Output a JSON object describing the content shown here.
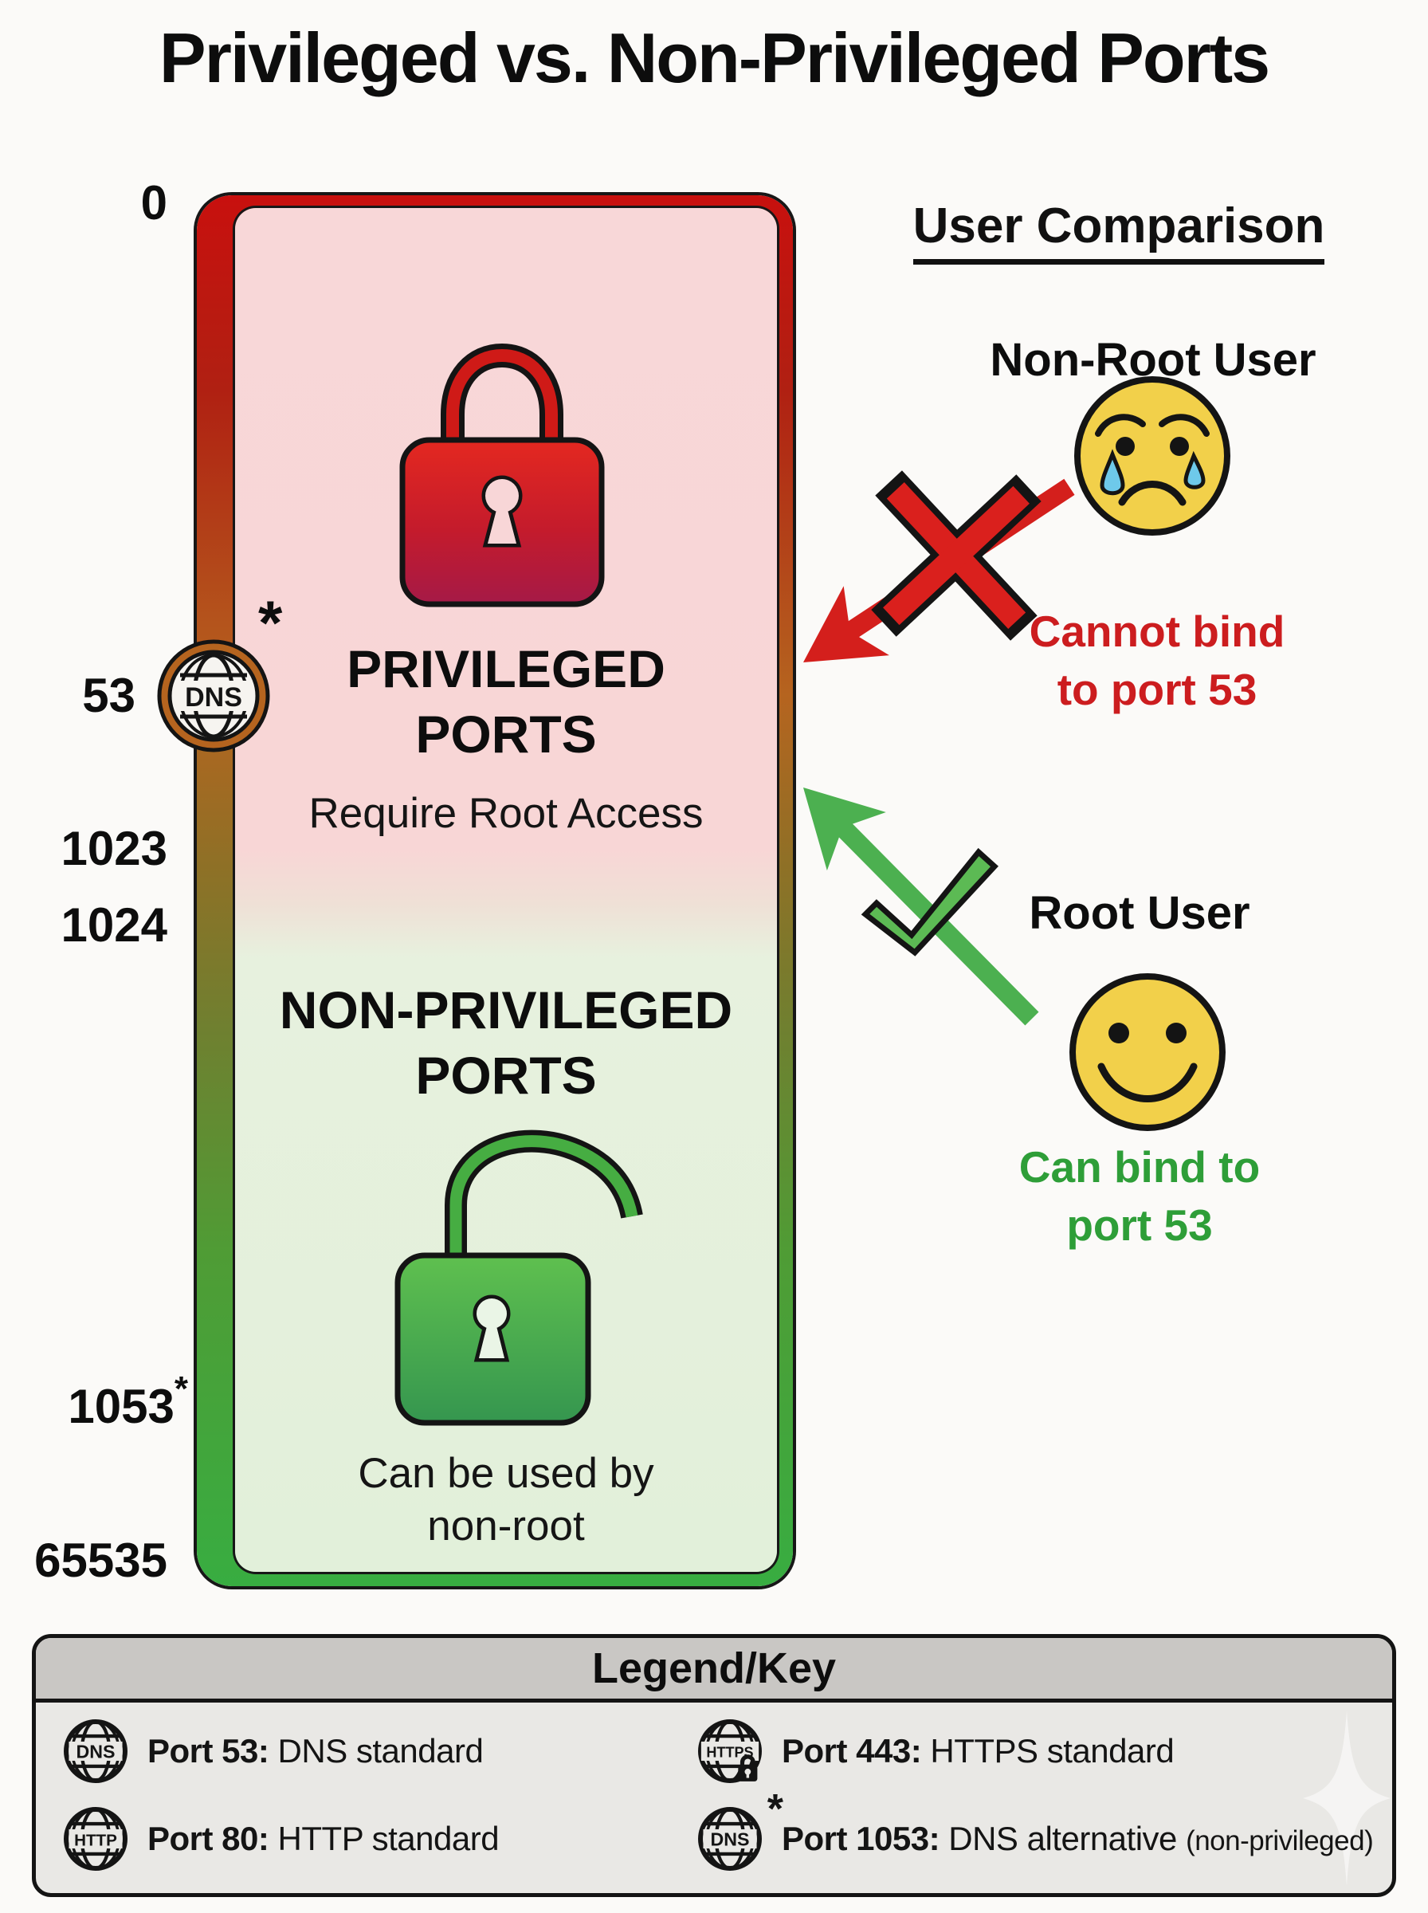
{
  "title": "Privileged vs. Non-Privileged Ports",
  "colors": {
    "bar_top_red": "#c8100e",
    "bar_mid_brown": "#b5641f",
    "bar_bottom_green": "#38ad41",
    "privileged_bg_pink": "#f8d7d8",
    "non_privileged_bg_green": "#e2f0da",
    "red_accent": "#d41f1c",
    "red_text": "#cc1d1f",
    "green_accent": "#4cb050",
    "green_text": "#2e9e38",
    "face_yellow": "#f2d04a",
    "tear_blue": "#6ec9ea",
    "legend_header_bg": "#c9c7c4",
    "legend_body_bg": "#e9e8e5"
  },
  "port_scale": {
    "badge_label": "DNS",
    "badge_asterisk": "*",
    "labels": [
      {
        "value": "0"
      },
      {
        "value": "53"
      },
      {
        "value": "1023"
      },
      {
        "value": "1024"
      },
      {
        "value": "1053",
        "asterisk": "*"
      },
      {
        "value": "65535"
      }
    ]
  },
  "privileged": {
    "title_line1": "PRIVILEGED",
    "title_line2": "PORTS",
    "subtitle": "Require Root Access"
  },
  "non_privileged": {
    "title_line1": "NON-PRIVILEGED",
    "title_line2": "PORTS",
    "subtitle_line1": "Can be used by",
    "subtitle_line2": "non-root"
  },
  "comparison": {
    "heading": "User Comparison",
    "non_root": {
      "title": "Non-Root User",
      "caption_line1": "Cannot bind",
      "caption_line2": "to port 53"
    },
    "root": {
      "title": "Root User",
      "caption_line1": "Can bind to",
      "caption_line2": "port 53"
    }
  },
  "legend": {
    "heading": "Legend/Key",
    "entries": [
      {
        "icon_label": "DNS",
        "port": "Port 53:",
        "desc": "DNS standard"
      },
      {
        "icon_label": "HTTPS",
        "port": "Port 443:",
        "desc": "HTTPS standard"
      },
      {
        "icon_label": "HTTP",
        "port": "Port 80:",
        "desc": "HTTP standard"
      },
      {
        "icon_label": "DNS",
        "asterisk": "*",
        "port": "Port 1053:",
        "desc": "DNS alternative ",
        "desc_small": "(non-privileged)"
      }
    ]
  }
}
